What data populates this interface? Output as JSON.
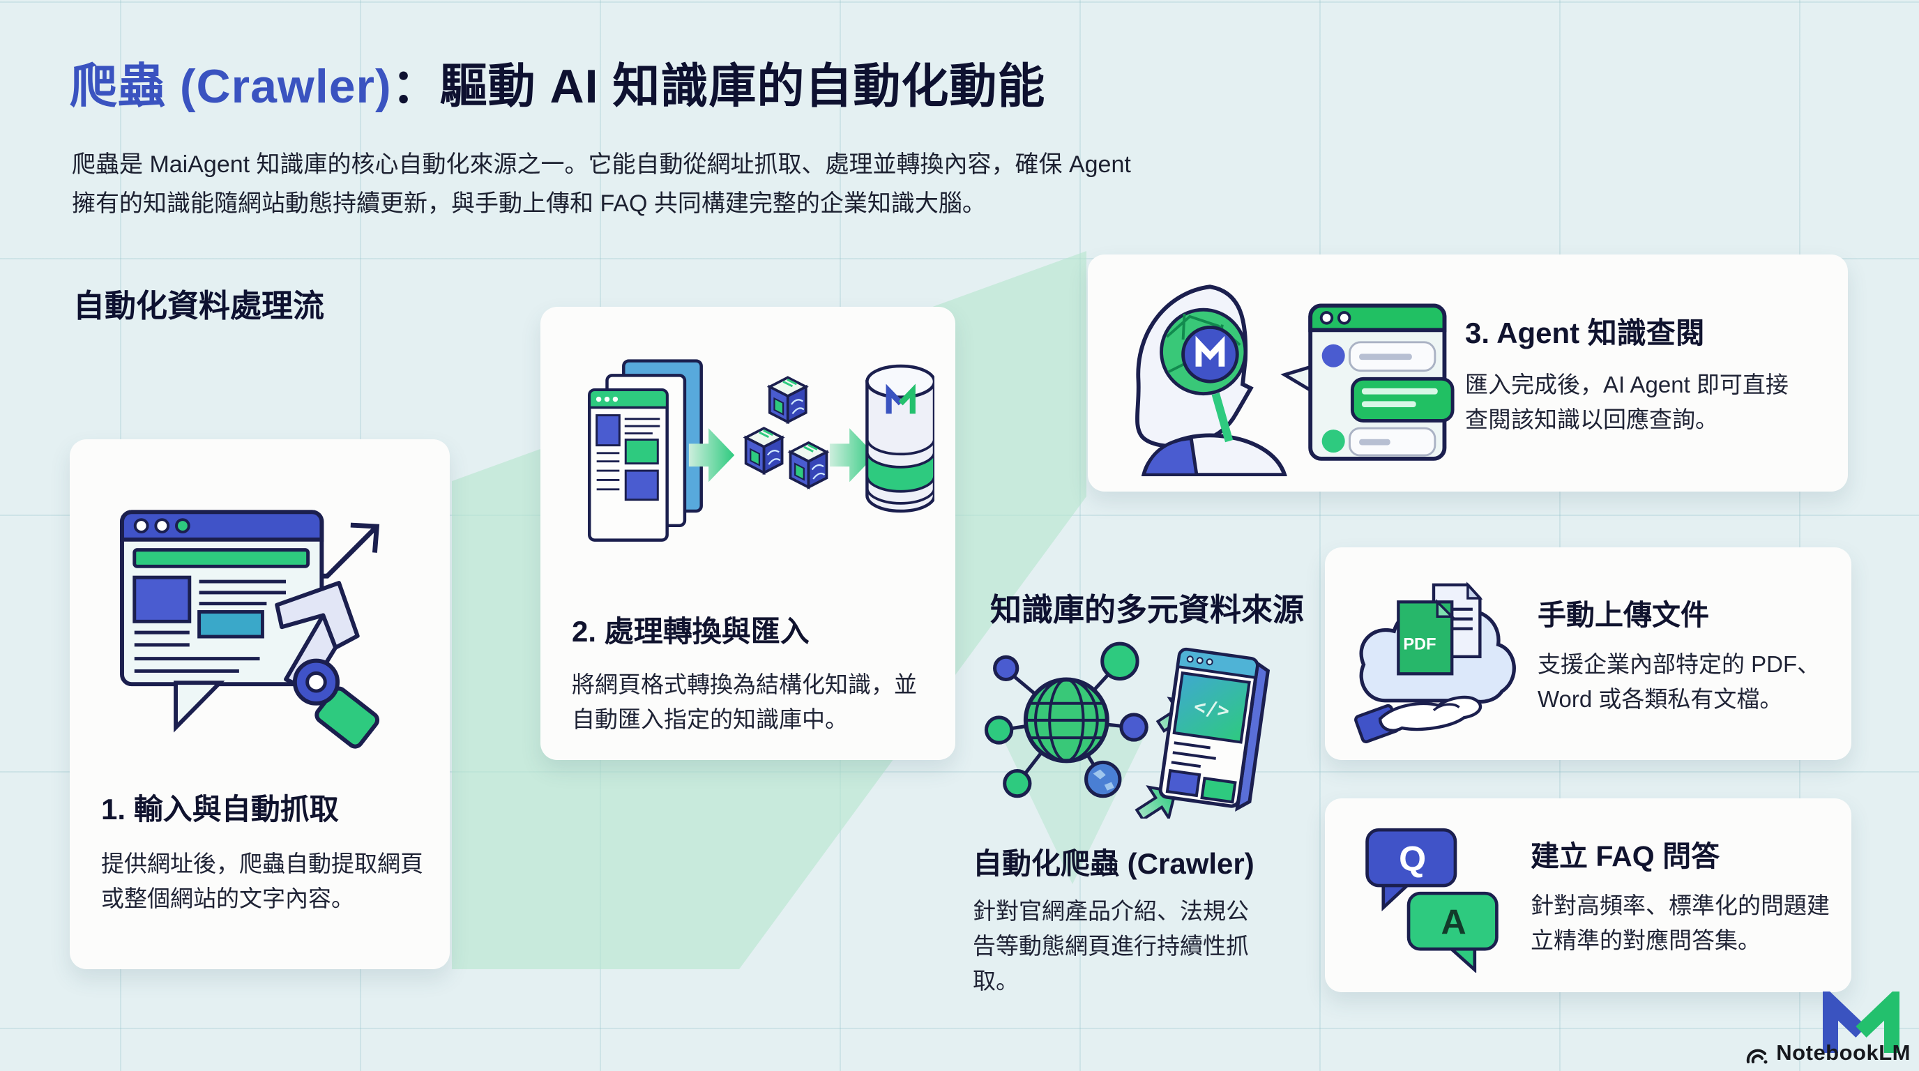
{
  "header": {
    "title_highlight": "爬蟲 (Crawler)",
    "title_rest": "：驅動 AI 知識庫的自動化動能",
    "subtitle_line1": "爬蟲是 MaiAgent 知識庫的核心自動化來源之一。它能自動從網址抓取、處理並轉換內容，確保 Agent",
    "subtitle_line2": "擁有的知識能隨網站動態持續更新，與手動上傳和 FAQ 共同構建完整的企業知識大腦。"
  },
  "flow_section": {
    "heading": "自動化資料處理流",
    "steps": [
      {
        "title": "1. 輸入與自動抓取",
        "description": "提供網址後，爬蟲自動提取網頁或整個網站的文字內容。"
      },
      {
        "title": "2. 處理轉換與匯入",
        "description": "將網頁格式轉換為結構化知識，並自動匯入指定的知識庫中。"
      },
      {
        "title": "3. Agent 知識查閱",
        "description": "匯入完成後，AI Agent 即可直接查閱該知識以回應查詢。"
      }
    ]
  },
  "sources_section": {
    "heading": "知識庫的多元資料來源",
    "items": [
      {
        "title": "自動化爬蟲 (Crawler)",
        "description": "針對官網產品介紹、法規公告等動態網頁進行持續性抓取。"
      },
      {
        "title": "手動上傳文件",
        "description": "支援企業內部特定的 PDF、Word 或各類私有文檔。"
      },
      {
        "title": "建立 FAQ 問答",
        "description": "針對高頻率、標準化的問題建立精準的對應問答集。"
      }
    ]
  },
  "icons": {
    "pdf_label": "PDF",
    "q_label": "Q",
    "a_label": "A",
    "code_label": "</>"
  },
  "footer": {
    "watermark": "NotebookLM"
  },
  "colors": {
    "accent_blue": "#3a53c0",
    "accent_green": "#23c06d",
    "navy_ink": "#1b1f4e",
    "background": "#e4f0f2",
    "mint_flow": "#b7e6cf"
  }
}
